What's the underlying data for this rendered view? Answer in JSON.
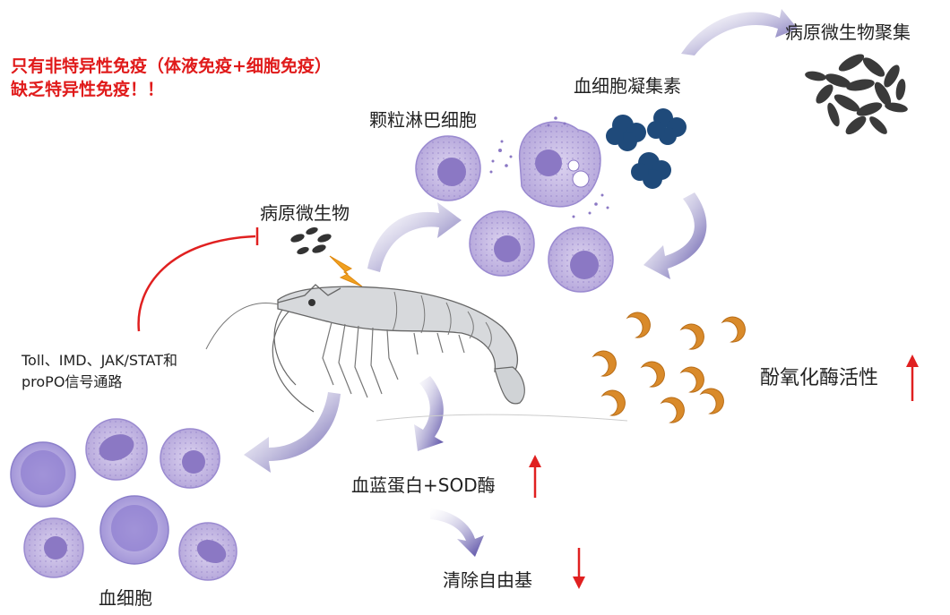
{
  "warning": {
    "line1": "只有非特异性免疫（体液免疫+细胞免疫）",
    "line2": "缺乏特异性免疫！！"
  },
  "labels": {
    "pathogen_aggregation": "病原微生物聚集",
    "hemagglutinin": "血细胞凝集素",
    "granulocyte": "颗粒淋巴细胞",
    "pathogen": "病原微生物",
    "pathway_line1": "Toll、IMD、JAK/STAT和",
    "pathway_line2": "proPO信号通路",
    "po_activity": "酚氧化酶活性",
    "hemocyanin_sod": "血蓝蛋白+SOD酶",
    "scavenge": "清除自由基",
    "hemocyte": "血细胞"
  },
  "colors": {
    "warning_text": "#e01a1a",
    "arrow": "#5a4fa8",
    "inhibit": "#e02020",
    "up_down": "#e02020",
    "cell_fill": "#c9bfe2",
    "cell_nucleus": "#8b78c4",
    "agglutinin": "#1f4a7a",
    "po_enzyme": "#d98a2a",
    "pathogen_cluster": "#333333"
  },
  "indicators": {
    "po_activity": "up",
    "hemocyanin_sod": "up",
    "scavenge": "down"
  }
}
